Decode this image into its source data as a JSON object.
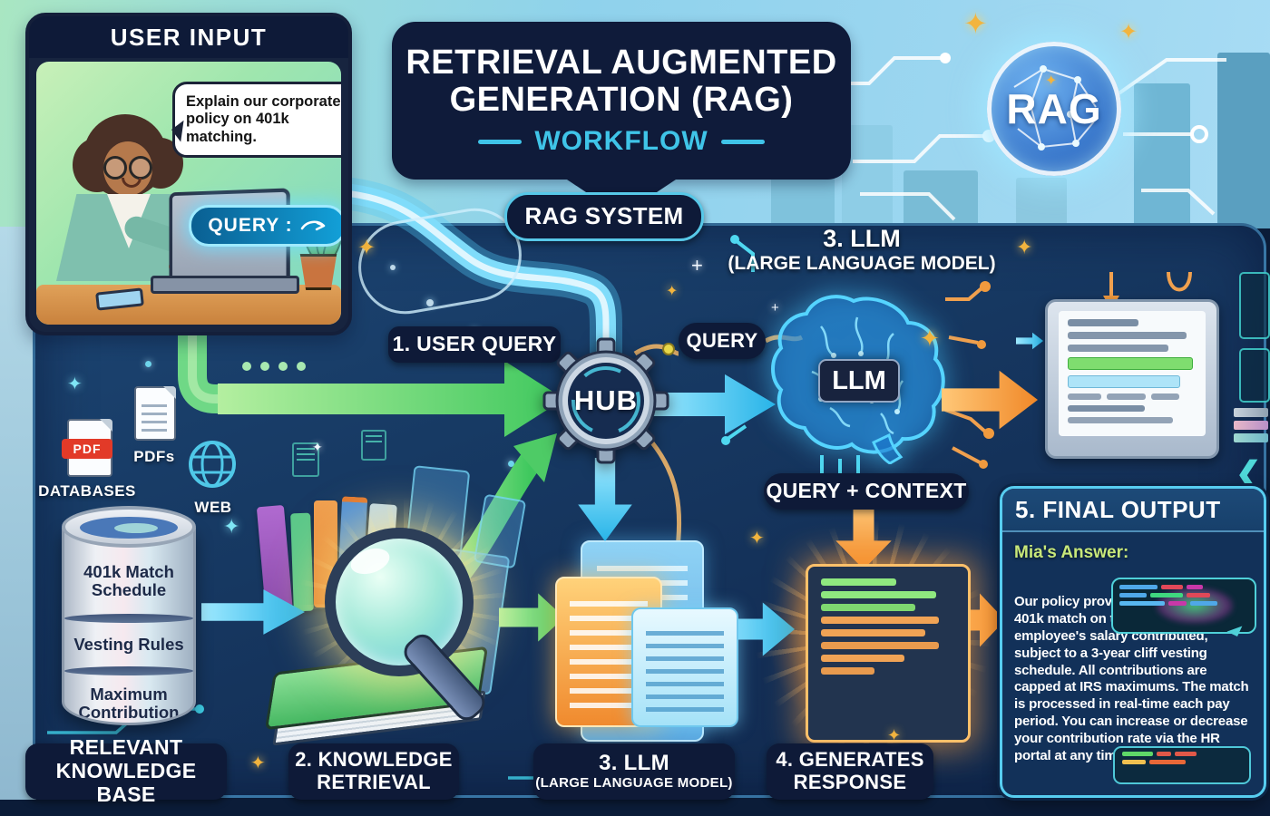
{
  "header": {
    "title_line1": "RETRIEVAL AUGMENTED",
    "title_line2": "GENERATION (RAG)",
    "subtitle": "WORKFLOW"
  },
  "logo": {
    "text": "RAG"
  },
  "user_input": {
    "header": "USER INPUT",
    "speech_text": "Explain our corporate policy on 401k matching.",
    "query_label": "QUERY :"
  },
  "rag_system": {
    "label": "RAG SYSTEM"
  },
  "flow": {
    "step1_label": "1. USER QUERY",
    "hub_label": "HUB",
    "query_label": "QUERY",
    "llm_title": "3. LLM",
    "llm_subtitle": "(LARGE LANGUAGE MODEL)",
    "llm_badge": "LLM",
    "query_context_label": "QUERY + CONTEXT"
  },
  "sources": {
    "pdf_badge": "PDF",
    "databases_label": "DATABASES",
    "pdfs_label": "PDFs",
    "web_label": "WEB"
  },
  "knowledge_base": {
    "items": [
      "401k Match Schedule",
      "Vesting Rules",
      "Maximum Contribution"
    ]
  },
  "footer_labels": {
    "kb_line1": "RELEVANT",
    "kb_line2": "KNOWLEDGE BASE",
    "retrieval_line1": "2. KNOWLEDGE",
    "retrieval_line2": "RETRIEVAL",
    "llm_line1": "3. LLM",
    "llm_line2": "(LARGE LANGUAGE MODEL)",
    "response_line1": "4. GENERATES",
    "response_line2": "RESPONSE"
  },
  "final_output": {
    "header": "5. FINAL OUTPUT",
    "answer_label": "Mia's Answer:",
    "body": "Our policy provides a dollar-for-dollar 401k match on the first 4% of an employee's salary contributed, subject to a 3-year cliff vesting schedule. All contributions are capped at IRS maximums. The match is processed in real-time each pay period. You can increase or decrease your contribution rate via the HR portal at any time."
  },
  "icons": {
    "star": "✦",
    "plus": "+",
    "chevron_left": "❮",
    "refresh": "⟳"
  },
  "colors": {
    "accent_cyan": "#3fc8ee",
    "accent_green": "#6fdc7e",
    "accent_orange": "#f5952e",
    "accent_gold": "#f0b13e",
    "navy_pill": "#0e1a38"
  }
}
